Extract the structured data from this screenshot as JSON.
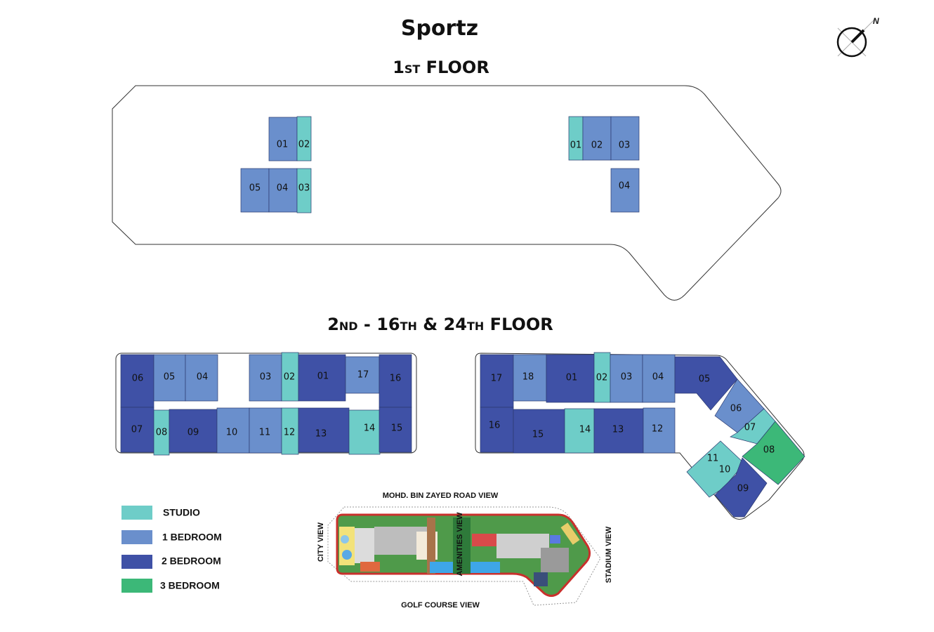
{
  "title": "Sportz",
  "compass": {
    "icon": "north-arrow-icon",
    "label": "N"
  },
  "colors": {
    "studio": "#6ecdc8",
    "1br": "#6a8fcc",
    "2br": "#3f51a6",
    "3br": "#3cb878"
  },
  "floor1": {
    "title_main": "1",
    "title_sup": "ST",
    "title_rest": " FLOOR",
    "units": [
      {
        "label": "01",
        "type": "1br"
      },
      {
        "label": "02",
        "type": "studio"
      },
      {
        "label": "05",
        "type": "1br"
      },
      {
        "label": "04",
        "type": "1br"
      },
      {
        "label": "03",
        "type": "studio"
      },
      {
        "label": "01",
        "type": "studio"
      },
      {
        "label": "02",
        "type": "1br"
      },
      {
        "label": "03",
        "type": "1br"
      },
      {
        "label": "04",
        "type": "1br"
      }
    ]
  },
  "floor2": {
    "title_a": "2",
    "title_a_sup": "ND",
    "title_b": " - 16",
    "title_b_sup": "TH",
    "title_c": " & 24",
    "title_c_sup": "TH",
    "title_d": "  FLOOR",
    "left_units": [
      {
        "label": "06",
        "type": "2br"
      },
      {
        "label": "05",
        "type": "1br"
      },
      {
        "label": "04",
        "type": "1br"
      },
      {
        "label": "03",
        "type": "1br"
      },
      {
        "label": "02",
        "type": "studio"
      },
      {
        "label": "01",
        "type": "2br"
      },
      {
        "label": "17",
        "type": "1br"
      },
      {
        "label": "16",
        "type": "2br"
      },
      {
        "label": "07",
        "type": "2br"
      },
      {
        "label": "08",
        "type": "studio"
      },
      {
        "label": "09",
        "type": "2br"
      },
      {
        "label": "10",
        "type": "1br"
      },
      {
        "label": "11",
        "type": "1br"
      },
      {
        "label": "12",
        "type": "studio"
      },
      {
        "label": "13",
        "type": "2br"
      },
      {
        "label": "14",
        "type": "studio"
      },
      {
        "label": "15",
        "type": "2br"
      }
    ],
    "right_units": [
      {
        "label": "17",
        "type": "2br"
      },
      {
        "label": "18",
        "type": "1br"
      },
      {
        "label": "01",
        "type": "2br"
      },
      {
        "label": "02",
        "type": "studio"
      },
      {
        "label": "03",
        "type": "1br"
      },
      {
        "label": "04",
        "type": "1br"
      },
      {
        "label": "16",
        "type": "2br"
      },
      {
        "label": "15",
        "type": "2br"
      },
      {
        "label": "14",
        "type": "studio"
      },
      {
        "label": "13",
        "type": "2br"
      },
      {
        "label": "12",
        "type": "1br"
      },
      {
        "label": "05",
        "type": "2br"
      },
      {
        "label": "06",
        "type": "1br"
      },
      {
        "label": "07",
        "type": "studio"
      },
      {
        "label": "08",
        "type": "3br"
      },
      {
        "label": "11",
        "type": "studio"
      },
      {
        "label": "10",
        "type": "studio"
      },
      {
        "label": "09",
        "type": "2br"
      }
    ]
  },
  "legend": [
    {
      "label": "STUDIO",
      "type": "studio"
    },
    {
      "label": "1 BEDROOM",
      "type": "1br"
    },
    {
      "label": "2 BEDROOM",
      "type": "2br"
    },
    {
      "label": "3 BEDROOM",
      "type": "3br"
    }
  ],
  "site_plan": {
    "top": "MOHD. BIN ZAYED ROAD VIEW",
    "bottom": "GOLF COURSE VIEW",
    "left": "CITY VIEW",
    "right": "STADIUM VIEW",
    "center": "AMENITIES VIEW"
  }
}
